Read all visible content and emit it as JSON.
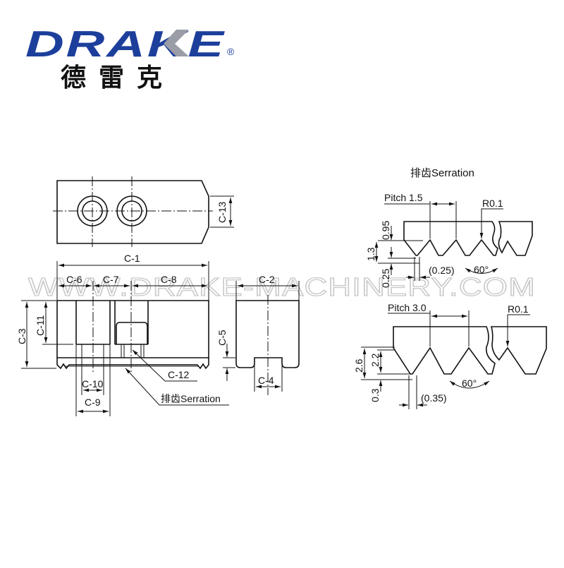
{
  "logo": {
    "brand": "DRAKE",
    "registered": "®",
    "chinese_name": "德雷克",
    "brand_color": "#1d3f9c",
    "accent_color": "#9a9ca6"
  },
  "watermark": "WWW.DRAKE-MACHINERY.COM",
  "jaw_drawing": {
    "dims": {
      "c1": "C-1",
      "c2": "C-2",
      "c3": "C-3",
      "c4": "C-4",
      "c5": "C-5",
      "c6": "C-6",
      "c7": "C-7",
      "c8": "C-8",
      "c9": "C-9",
      "c10": "C-10",
      "c11": "C-11",
      "c12": "C-12",
      "c13": "C-13"
    },
    "serration_label": "排齿Serration"
  },
  "serration_detail": {
    "title": "排齿Serration",
    "fine": {
      "pitch": "Pitch 1.5",
      "radius": "R0.1",
      "depth_top": "0.95",
      "total": "1.3",
      "depth_bottom": "0.25",
      "flat": "(0.25)",
      "angle": "60°"
    },
    "coarse": {
      "pitch": "Pitch 3.0",
      "radius": "R0.1",
      "total": "2.6",
      "depth": "2.2",
      "depth_bottom": "0.3",
      "flat": "(0.35)",
      "angle": "60°"
    }
  }
}
